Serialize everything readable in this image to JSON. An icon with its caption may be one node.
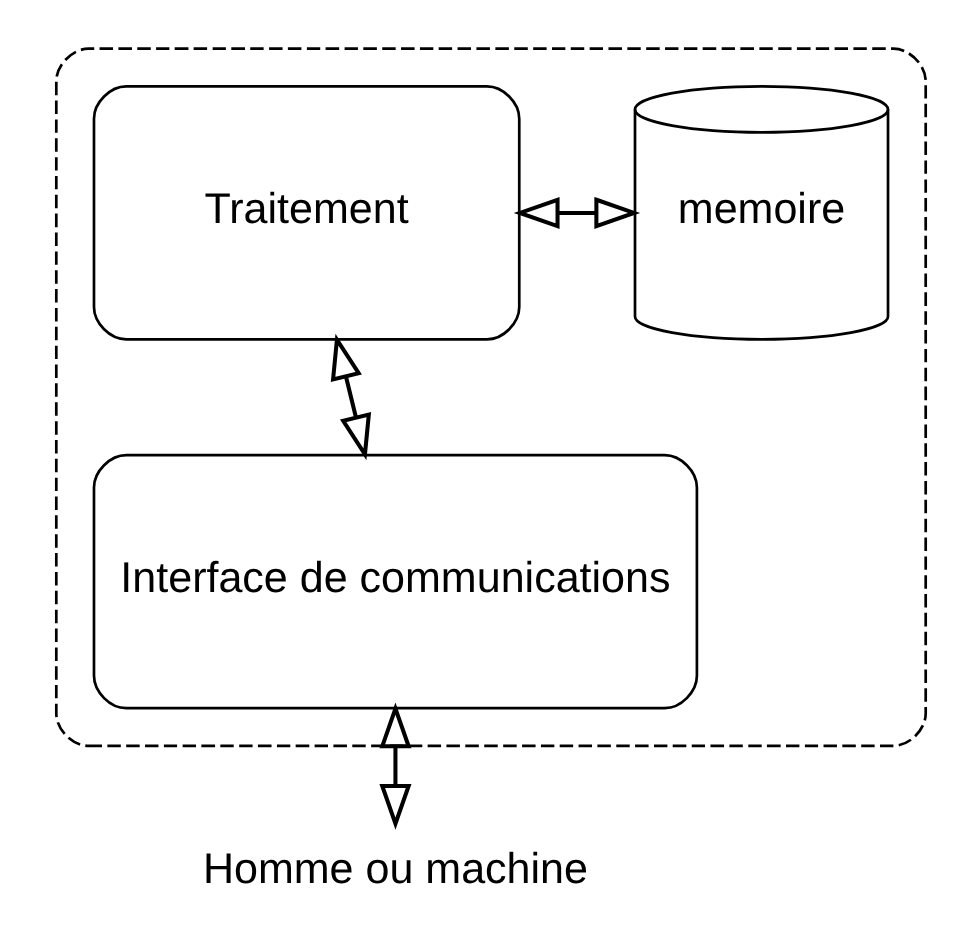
{
  "diagram": {
    "nodes": [
      {
        "text": [],
        "shape": "box"
      },
      {
        "text": [
          "Traitement"
        ],
        "in": 0
      },
      {
        "text": [
          "memoire"
        ],
        "in": 0
      },
      {
        "text": [
          "Interface de communications"
        ],
        "in": 0
      },
      {
        "text": [
          "Homme ou machine"
        ]
      }
    ],
    "edges": [
      {
        "from": 1,
        "to": 2,
        "arrow": "both"
      },
      {
        "from": 1,
        "to": 3,
        "arrow": "both"
      },
      {
        "from": 3,
        "to": 4,
        "arrow": "both"
      }
    ]
  }
}
